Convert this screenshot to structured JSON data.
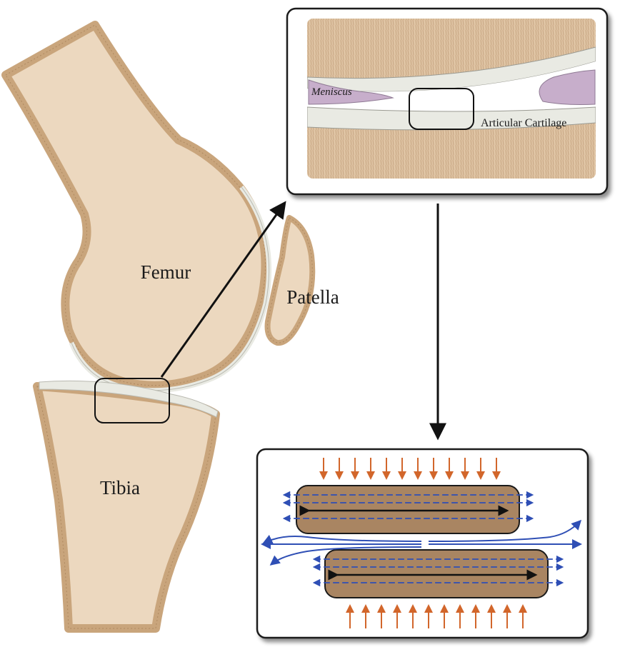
{
  "labels": {
    "femur": "Femur",
    "patella": "Patella",
    "tibia": "Tibia",
    "meniscus": "Meniscus",
    "cartilage": "Articular Cartilage"
  },
  "colors": {
    "bone_fill": "#ecd8bf",
    "bone_border": "#c9a57c",
    "cartilage": "#e9eae3",
    "meniscus": "#c7aecb",
    "collagen_block": "#a98562",
    "compression_arrow": "#d2662b",
    "fluid_arrow": "#2f4fb5",
    "tension_arrow": "#111111",
    "panel_border": "#1a1a1a"
  },
  "icons": {
    "pointer": "arrow-down-right",
    "compression": "arrow-inward-red",
    "fluid_flow": "arrow-outward-blue",
    "tension": "double-headed-arrow-black"
  }
}
